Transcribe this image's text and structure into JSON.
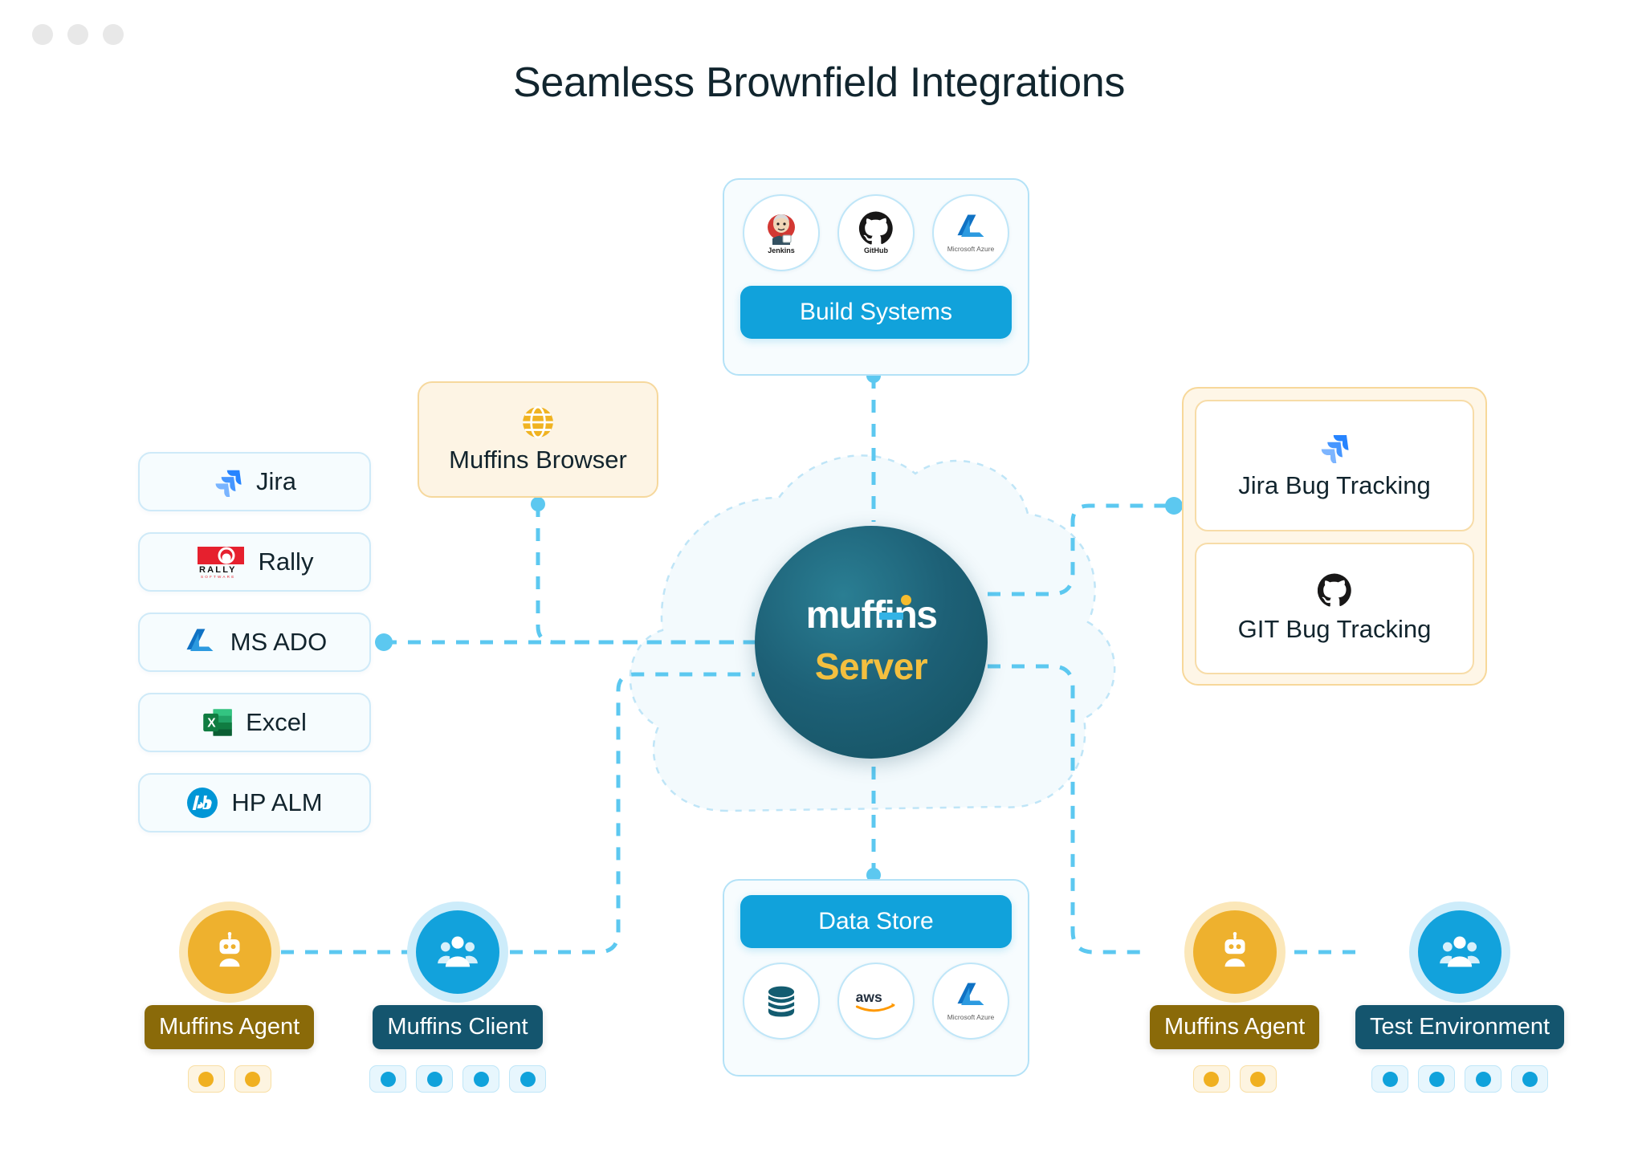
{
  "window": {
    "dots": [
      "minimize",
      "maximize",
      "close"
    ]
  },
  "header": {
    "title": "Seamless Brownfield Integrations"
  },
  "build_systems": {
    "label": "Build Systems",
    "logos": [
      {
        "name": "jenkins-logo",
        "caption": "Jenkins"
      },
      {
        "name": "github-logo",
        "caption": "GitHub"
      },
      {
        "name": "microsoft-azure-logo",
        "caption": "Microsoft Azure"
      }
    ]
  },
  "data_store": {
    "label": "Data Store",
    "logos": [
      {
        "name": "database-logo",
        "caption": ""
      },
      {
        "name": "aws-logo",
        "caption": "aws"
      },
      {
        "name": "microsoft-azure-logo",
        "caption": "Microsoft Azure"
      }
    ]
  },
  "integrations": {
    "items": [
      {
        "label": "Jira",
        "icon": "jira-icon"
      },
      {
        "label": "Rally",
        "icon": "rally-icon"
      },
      {
        "label": "MS ADO",
        "icon": "ms-ado-icon"
      },
      {
        "label": "Excel",
        "icon": "excel-icon"
      },
      {
        "label": "HP ALM",
        "icon": "hp-alm-icon"
      }
    ]
  },
  "browser": {
    "label": "Muffins Browser",
    "icon": "globe-icon"
  },
  "server": {
    "brand": "muffins",
    "role": "Server"
  },
  "bug_tracking": {
    "items": [
      {
        "label": "Jira Bug Tracking",
        "icon": "jira-icon"
      },
      {
        "label": "GIT Bug Tracking",
        "icon": "github-icon"
      }
    ]
  },
  "nodes": {
    "left_agent": {
      "label": "Muffins Agent",
      "icon": "robot-icon",
      "chips": 2
    },
    "left_client": {
      "label": "Muffins Client",
      "icon": "people-icon",
      "chips": 4
    },
    "right_agent": {
      "label": "Muffins Agent",
      "icon": "robot-icon",
      "chips": 2
    },
    "right_test": {
      "label": "Test Environment",
      "icon": "people-icon",
      "chips": 4
    }
  },
  "colors": {
    "accent_blue": "#11a2db",
    "line_blue": "#5cc8f0",
    "server_teal": "#14505f",
    "gold": "#f3bf3f",
    "amber_panel": "#fef6e7",
    "title_navy": "#11252e"
  }
}
